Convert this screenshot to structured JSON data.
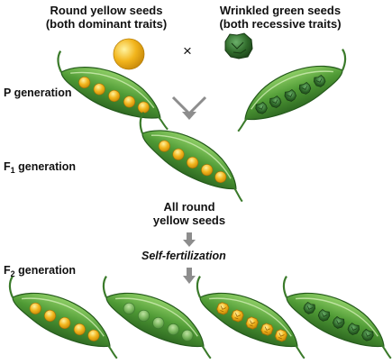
{
  "parents": {
    "left_label_line1": "Round yellow seeds",
    "left_label_line2": "(both dominant traits)",
    "right_label_line1": "Wrinkled green seeds",
    "right_label_line2": "(both recessive traits)",
    "cross_symbol": "×"
  },
  "generations": {
    "p_label": "P generation",
    "f1_prefix": "F",
    "f1_sub": "1",
    "f1_suffix": " generation",
    "f2_prefix": "F",
    "f2_sub": "2",
    "f2_suffix": " generation"
  },
  "f1_result": {
    "line1": "All round",
    "line2": "yellow seeds"
  },
  "process_label": "Self-fertilization",
  "colors": {
    "pod_green": "#3f8a2a",
    "pod_light": "#7fc25a",
    "yellow_seed": "#f2b51c",
    "green_seed": "#2f6a2a",
    "arrow_gray": "#8d8d8d"
  },
  "icons": {
    "yellow_round_seed": "round-yellow-seed-icon",
    "green_wrinkled_seed": "wrinkled-green-seed-icon"
  }
}
